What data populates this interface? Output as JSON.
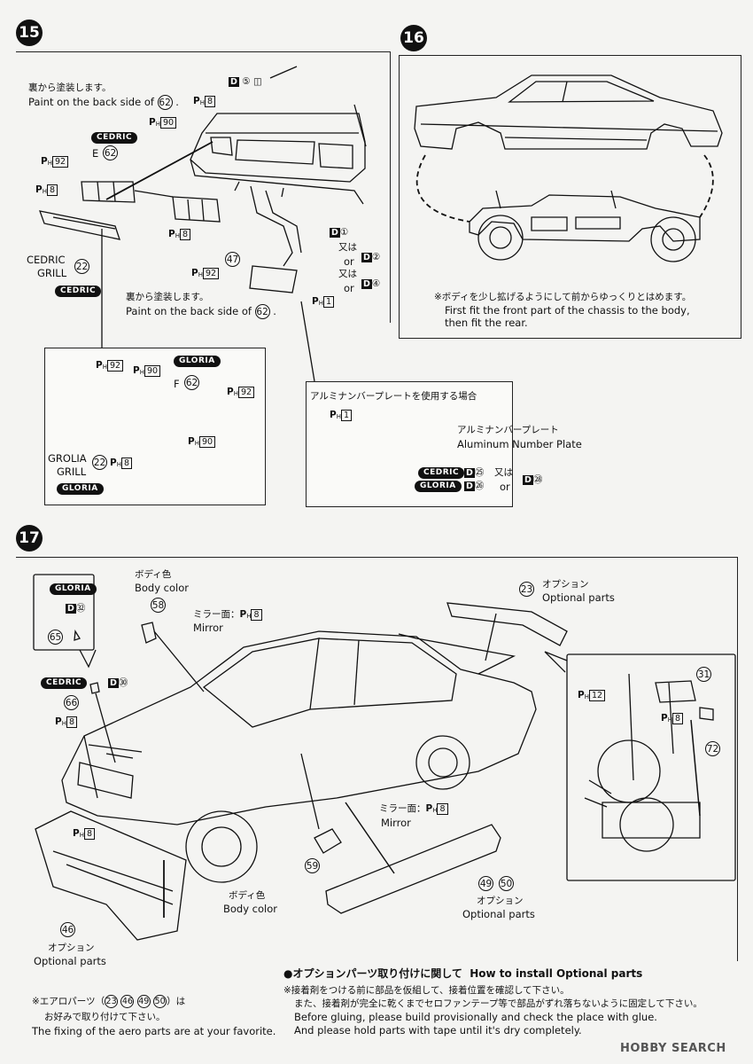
{
  "step15": {
    "number": "15",
    "paint_jp_1": "裏から塗装します。",
    "paint_en_1": "Paint on the back side of ",
    "paint_part_1": "62",
    "cedric": "CEDRIC",
    "gloria": "GLORIA",
    "e62_prefix": "E",
    "e62": "62",
    "grill_cedric": "CEDRIC\nGRILL",
    "grill_cedric_l1": "CEDRIC",
    "grill_cedric_l2": "GRILL",
    "part22": "22",
    "part47": "47",
    "paint_jp_2": "裏から塗装します。",
    "paint_en_2": "Paint on the back side of ",
    "paint_part_2": "62",
    "or_jp": "又は",
    "or_en": "or",
    "d1": "①",
    "d2": "②",
    "d4": "④",
    "d5": "⑤",
    "ph8": "8",
    "ph90": "90",
    "ph92": "92",
    "ph1": "1",
    "gloria_f62_prefix": "F",
    "gloria_f62": "62",
    "grill_gloria_l1": "GROLIA",
    "grill_gloria_l2": "GRILL",
    "alum_jp_title": "アルミナンバープレートを使用する場合",
    "alum_jp": "アルミナンバープレート",
    "alum_en": "Aluminum Number Plate",
    "d25": "㉕",
    "d26": "㉖",
    "d28": "㉘",
    "or_jp2": "又は",
    "or_en2": "or"
  },
  "step16": {
    "number": "16",
    "note_jp": "※ボディを少し拡げるようにして前からゆっくりとはめます。",
    "note_en_1": "First fit the front part of the chassis to the body,",
    "note_en_2": "then fit the rear."
  },
  "step17": {
    "number": "17",
    "gloria": "GLORIA",
    "cedric": "CEDRIC",
    "d32": "㉜",
    "d30": "㉚",
    "part65": "65",
    "part66": "66",
    "part58": "58",
    "body_color_jp": "ボディ色",
    "body_color_en": "Body color",
    "mirror_face_jp": "ミラー面：",
    "mirror_en": "Mirror",
    "option_jp": "オプション",
    "option_en": "Optional parts",
    "part23": "23",
    "part31": "31",
    "part72": "72",
    "ph12": "12",
    "part59": "59",
    "part46": "46",
    "part49": "49",
    "part50": "50",
    "aero_jp_1": "※エアロパーツ（",
    "aero_jp_2": "）は",
    "aero_jp_3": "お好みで取り付けて下さい。",
    "aero_en": "The fixing of the aero parts are at your favorite.",
    "howto_title_jp": "●オプションパーツ取り付けに関して",
    "howto_title_en": "How to install Optional parts",
    "howto_jp_1": "※接着剤をつける前に部品を仮組して、接着位置を確認して下さい。",
    "howto_jp_2": "また、接着剤が完全に乾くまでセロファンテープ等で部品がずれ落ちないように固定して下さい。",
    "howto_en_1": "Before gluing, please build provisionally and check the place with glue.",
    "howto_en_2": "And please hold parts with tape until it's dry completely."
  },
  "watermark": "HOBBY SEARCH",
  "colors": {
    "ink": "#111111",
    "paper": "#f4f4f2"
  }
}
